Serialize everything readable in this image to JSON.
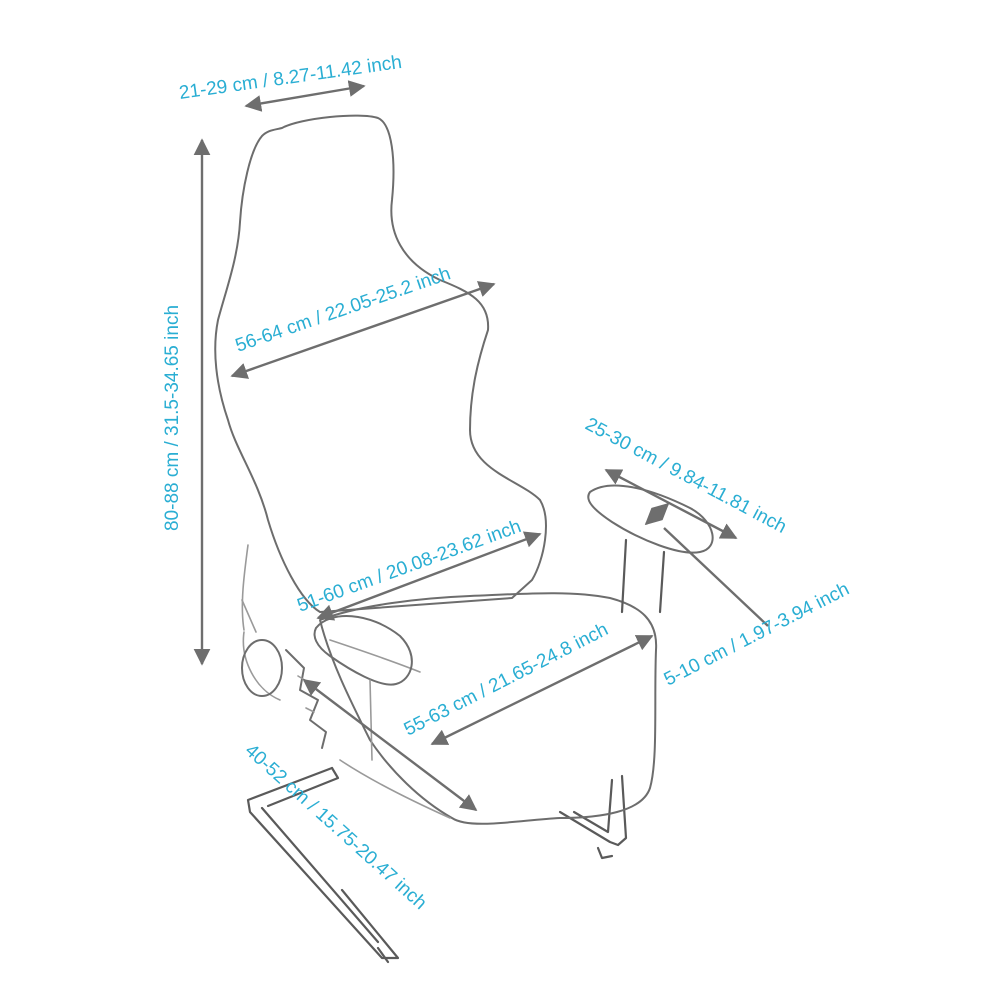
{
  "colors": {
    "label": "#2aaed3",
    "dimension_line": "#6e6e6e",
    "outline": "#9a9a9a"
  },
  "dimensions": {
    "headrest_width": "21-29 cm / 8.27-11.42 inch",
    "back_height": "80-88 cm / 31.5-34.65 inch",
    "shoulder_width": "56-64 cm / 22.05-25.2 inch",
    "back_bottom_width": "51-60 cm / 20.08-23.62 inch",
    "seat_width": "55-63 cm / 21.65-24.8 inch",
    "seat_depth": "40-52 cm / 15.75-20.47 inch",
    "armrest_length": "25-30 cm / 9.84-11.81 inch",
    "armrest_width": "5-10 cm / 1.97-3.94 inch"
  }
}
